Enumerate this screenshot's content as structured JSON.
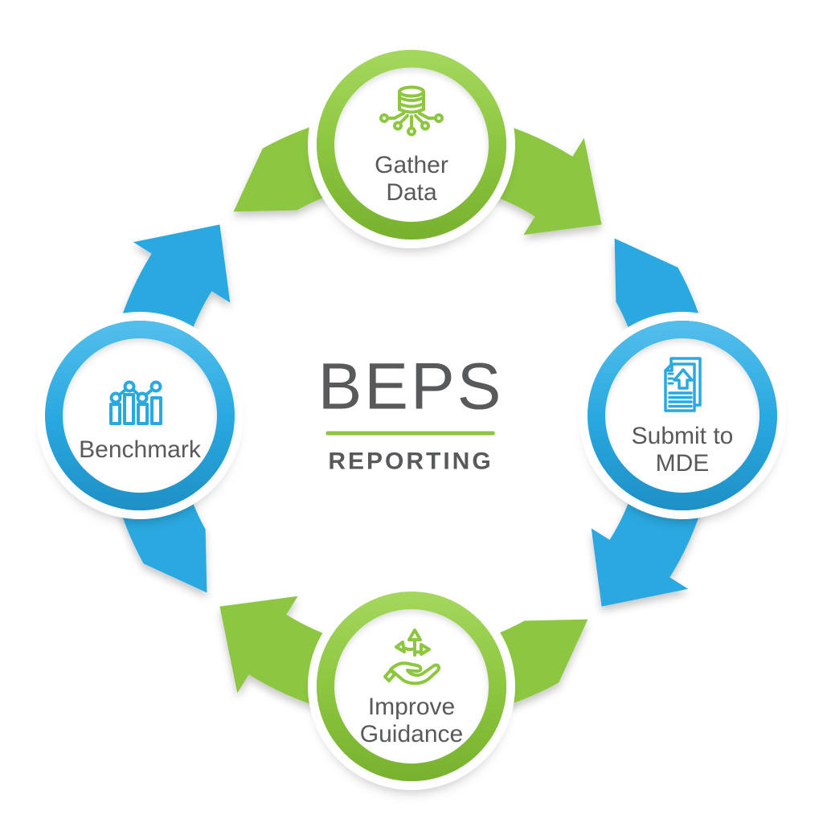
{
  "diagram": {
    "center": {
      "title": "BEPS",
      "subtitle": "REPORTING"
    },
    "colors": {
      "green": "#8DC63F",
      "blue": "#29A9E1",
      "text": "#58595B",
      "background": "#FFFFFF"
    },
    "direction": "clockwise",
    "nodes": [
      {
        "id": "gather-data",
        "label_lines": [
          "Gather",
          "Data"
        ],
        "color": "green",
        "icon": "database-network-icon",
        "position": "top"
      },
      {
        "id": "submit-to-mde",
        "label_lines": [
          "Submit to",
          "MDE"
        ],
        "color": "blue",
        "icon": "document-upload-icon",
        "position": "right"
      },
      {
        "id": "improve-guidance",
        "label_lines": [
          "Improve",
          "Guidance"
        ],
        "color": "green",
        "icon": "hand-directions-icon",
        "position": "bottom"
      },
      {
        "id": "benchmark",
        "label_lines": [
          "Benchmark"
        ],
        "color": "blue",
        "icon": "bar-chart-icon",
        "position": "left"
      }
    ],
    "arrows": [
      {
        "from": "gather-data",
        "to": "submit-to-mde",
        "color": "green"
      },
      {
        "from": "submit-to-mde",
        "to": "improve-guidance",
        "color": "blue"
      },
      {
        "from": "improve-guidance",
        "to": "benchmark",
        "color": "green"
      },
      {
        "from": "benchmark",
        "to": "gather-data",
        "color": "blue"
      }
    ]
  }
}
